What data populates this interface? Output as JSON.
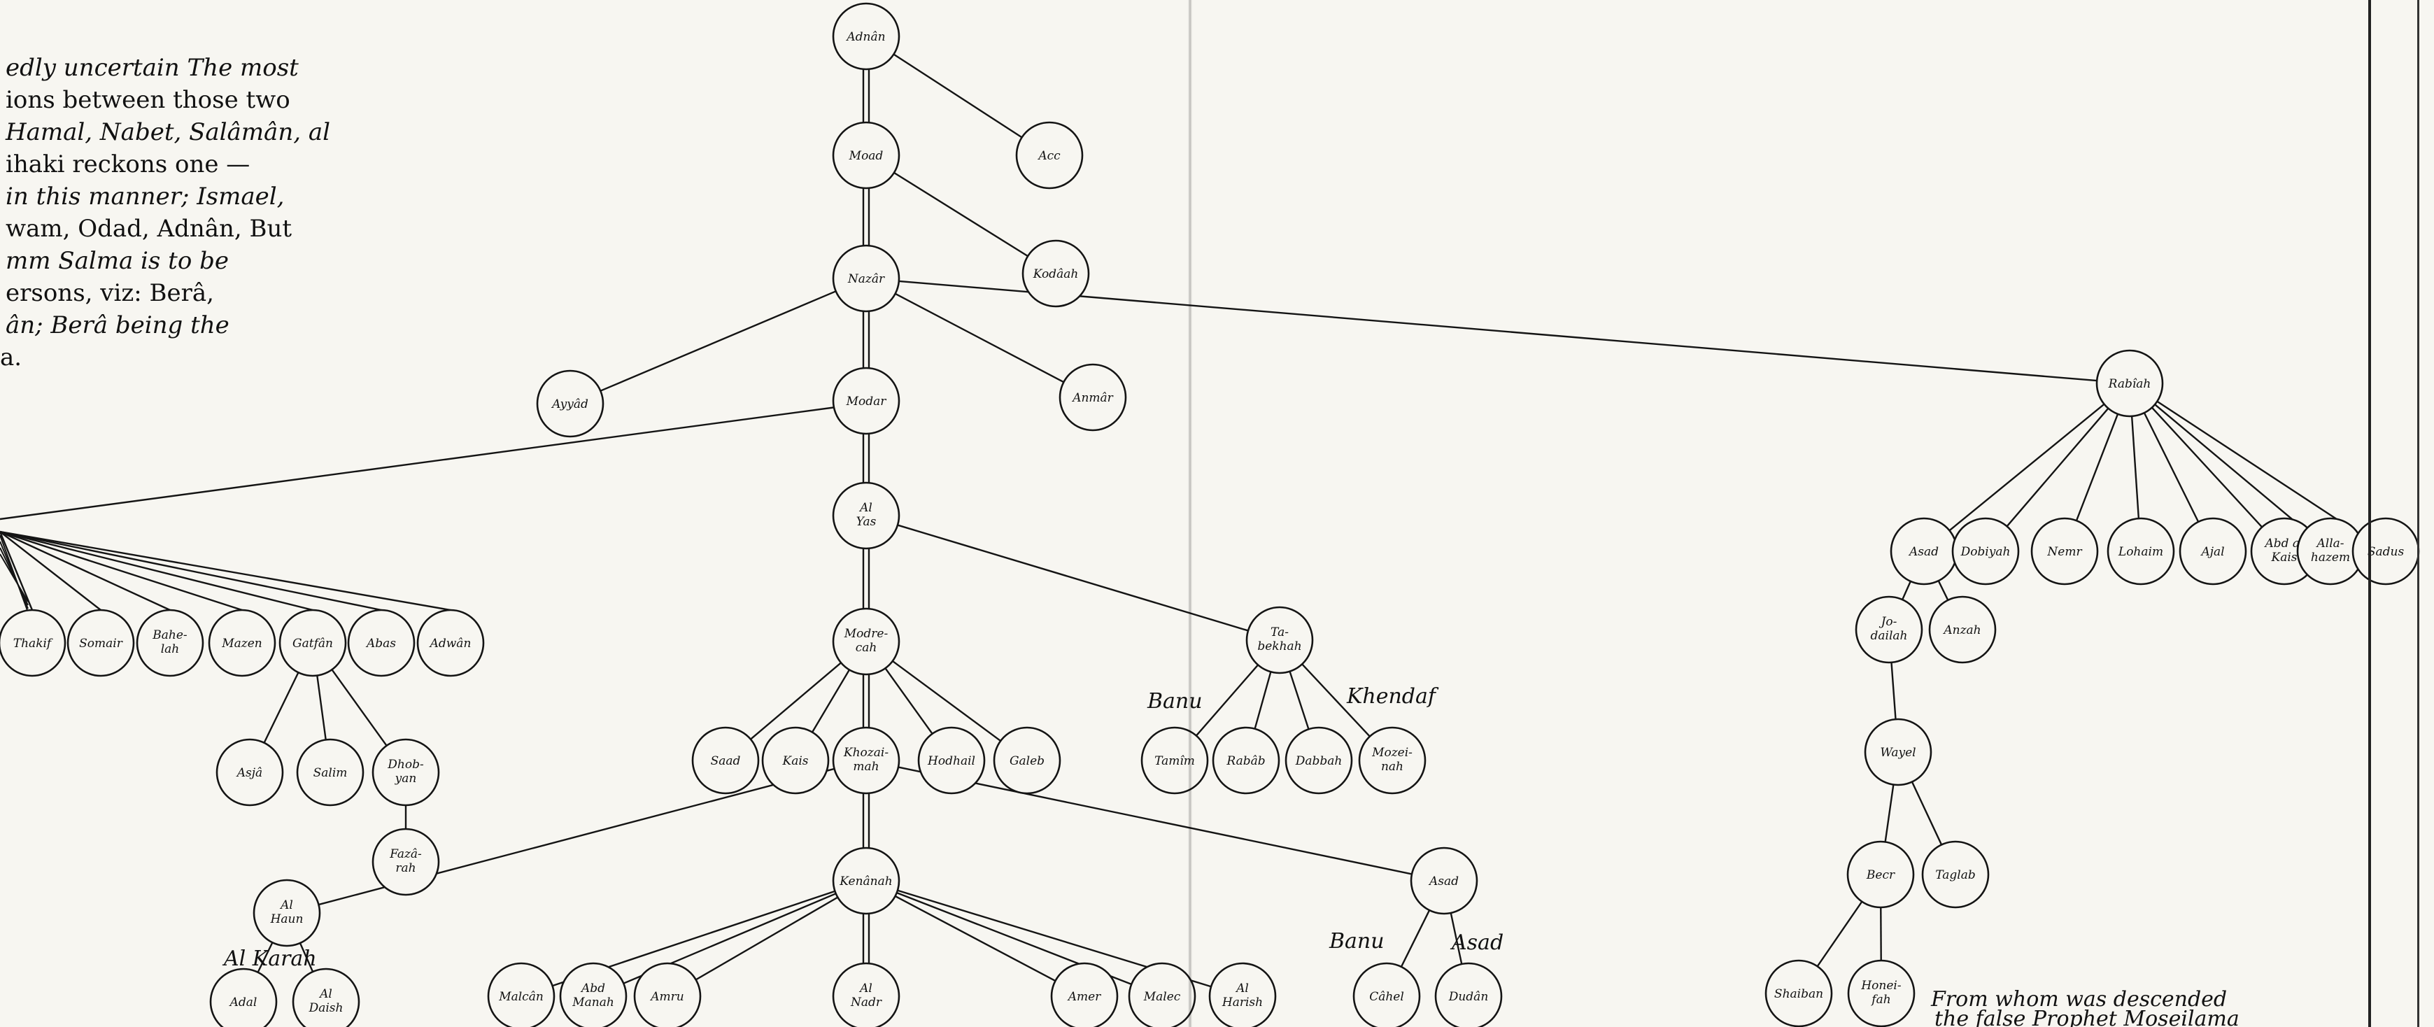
{
  "note_lines": [
    "edly uncertain The most",
    "ions between those two",
    "Hamal, Nabet, Salâmân, al",
    "ihaki reckons one —",
    "in this manner; Ismael,",
    "wam, Odad, Adnân, But",
    "mm Salma is to be",
    "ersons, viz: Berâ,",
    "ân; Berâ being the",
    "a."
  ],
  "nodes": [
    {
      "id": "adnan",
      "label": "Adnân"
    },
    {
      "id": "acc",
      "label": "Acc"
    },
    {
      "id": "moad",
      "label": "Moad"
    },
    {
      "id": "kodaah",
      "label": "Kodâah"
    },
    {
      "id": "nazar",
      "label": "Nazâr"
    },
    {
      "id": "ayyad",
      "label": "Ayyâd"
    },
    {
      "id": "modar",
      "label": "Modar"
    },
    {
      "id": "anmar",
      "label": "Anmâr"
    },
    {
      "id": "rabiah",
      "label": "Rabîah"
    },
    {
      "id": "alyas",
      "label": "Al Yas"
    },
    {
      "id": "modrecah",
      "label": "Modre-cah"
    },
    {
      "id": "tabekhah",
      "label": "Ta-bekhah"
    },
    {
      "id": "saad",
      "label": "Saad"
    },
    {
      "id": "kais",
      "label": "Kais"
    },
    {
      "id": "khozaimah",
      "label": "Khozai-mah"
    },
    {
      "id": "hodhail",
      "label": "Hodhail"
    },
    {
      "id": "galeb",
      "label": "Galeb"
    },
    {
      "id": "tamim",
      "label": "Tamîm"
    },
    {
      "id": "rabab",
      "label": "Rabâb"
    },
    {
      "id": "dabbah",
      "label": "Dabbah"
    },
    {
      "id": "mozeinah",
      "label": "Mozei-nah"
    },
    {
      "id": "kenanah",
      "label": "Kenânah"
    },
    {
      "id": "asad-k",
      "label": "Asad"
    },
    {
      "id": "alhaun",
      "label": "Al Haun"
    },
    {
      "id": "adal",
      "label": "Adal"
    },
    {
      "id": "aldaish",
      "label": "Al Daish"
    },
    {
      "id": "malcan",
      "label": "Malcân"
    },
    {
      "id": "abdmanah",
      "label": "Abd Manah"
    },
    {
      "id": "amru",
      "label": "Amru"
    },
    {
      "id": "alnadr",
      "label": "Al Nadr"
    },
    {
      "id": "amer",
      "label": "Amer"
    },
    {
      "id": "malec",
      "label": "Malec"
    },
    {
      "id": "alharish",
      "label": "Al Harish"
    },
    {
      "id": "cahel",
      "label": "Câhel"
    },
    {
      "id": "dudan",
      "label": "Dudân"
    },
    {
      "id": "thakif",
      "label": "Thakif"
    },
    {
      "id": "somair",
      "label": "Somair"
    },
    {
      "id": "bahelah",
      "label": "Bahe-lah"
    },
    {
      "id": "mazen",
      "label": "Mazen"
    },
    {
      "id": "gatfan",
      "label": "Gatfân"
    },
    {
      "id": "abas",
      "label": "Abas"
    },
    {
      "id": "adwan",
      "label": "Adwân"
    },
    {
      "id": "asja",
      "label": "Asjâ"
    },
    {
      "id": "salim",
      "label": "Salim"
    },
    {
      "id": "dhobyan",
      "label": "Dhob-yan"
    },
    {
      "id": "fazarah",
      "label": "Fazâ-rah"
    },
    {
      "id": "asad-r",
      "label": "Asad"
    },
    {
      "id": "dobiyah",
      "label": "Dobiyah"
    },
    {
      "id": "nemr",
      "label": "Nemr"
    },
    {
      "id": "lohaim",
      "label": "Lohaim"
    },
    {
      "id": "ajal",
      "label": "Ajal"
    },
    {
      "id": "abdalkais",
      "label": "Abd al Kais"
    },
    {
      "id": "allahazem",
      "label": "Alla-hazem"
    },
    {
      "id": "sadus",
      "label": "Sadus"
    },
    {
      "id": "jodailah",
      "label": "Jo-dailah"
    },
    {
      "id": "anzah",
      "label": "Anzah"
    },
    {
      "id": "wayel",
      "label": "Wayel"
    },
    {
      "id": "becr",
      "label": "Becr"
    },
    {
      "id": "taglab",
      "label": "Taglab"
    },
    {
      "id": "shaiban",
      "label": "Shaiban"
    },
    {
      "id": "honeifah",
      "label": "Honei-fah"
    }
  ],
  "labels": [
    {
      "id": "banu-1",
      "text": "Banu"
    },
    {
      "id": "khendaf",
      "text": "Khendaf"
    },
    {
      "id": "al-karah",
      "text": "Al Karah"
    },
    {
      "id": "banu-2",
      "text": "Banu"
    },
    {
      "id": "asad-label",
      "text": "Asad"
    },
    {
      "id": "from-whom-1",
      "text": "From whom was descended"
    },
    {
      "id": "from-whom-2",
      "text": "the false Prophet Moseilama"
    }
  ],
  "colors": {
    "ink": "#141414",
    "paper": "#f7f6f1"
  }
}
